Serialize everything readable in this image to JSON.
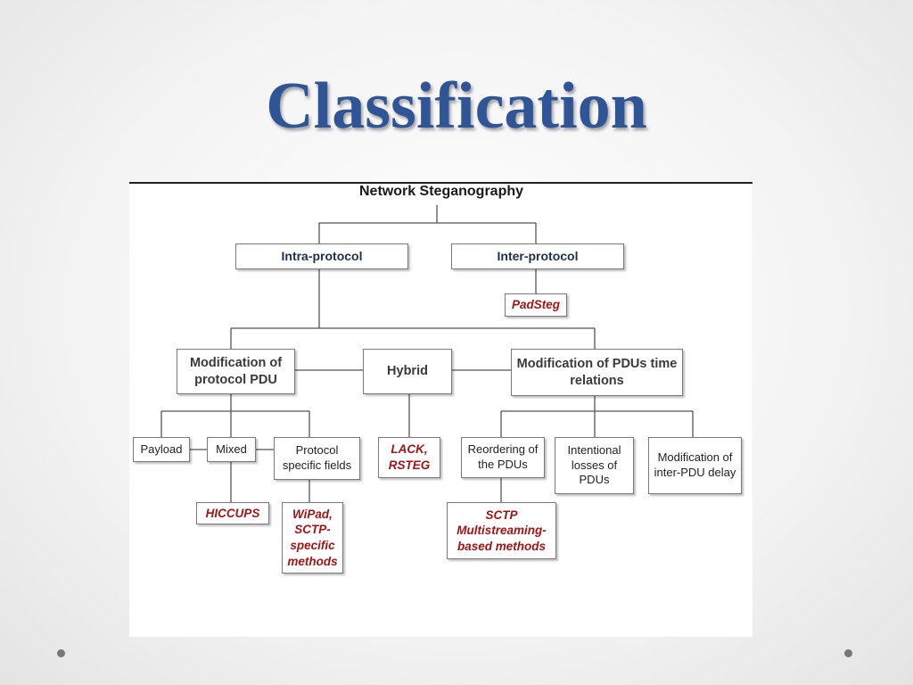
{
  "slide": {
    "title": "Classification"
  },
  "diagram": {
    "root": "Network Steganography",
    "intra_protocol": "Intra-protocol",
    "inter_protocol": "Inter-protocol",
    "padsteg": "PadSteg",
    "modification_pdu": "Modification of protocol PDU",
    "hybrid": "Hybrid",
    "modification_time": "Modification of PDUs time relations",
    "payload": "Payload",
    "mixed": "Mixed",
    "protocol_fields": "Protocol specific fields",
    "lack_rsteg": "LACK, RSTEG",
    "reordering": "Reordering of the PDUs",
    "intentional_losses": "Intentional losses of PDUs",
    "inter_pdu_delay": "Modification of inter-PDU delay",
    "hiccups": "HICCUPS",
    "wipad": "WiPad, SCTP-specific methods",
    "sctp": "SCTP Multistreaming-based methods"
  },
  "colors": {
    "title": "#2f5597",
    "example_text": "#a31515",
    "box_border": "#7a7a7a"
  }
}
